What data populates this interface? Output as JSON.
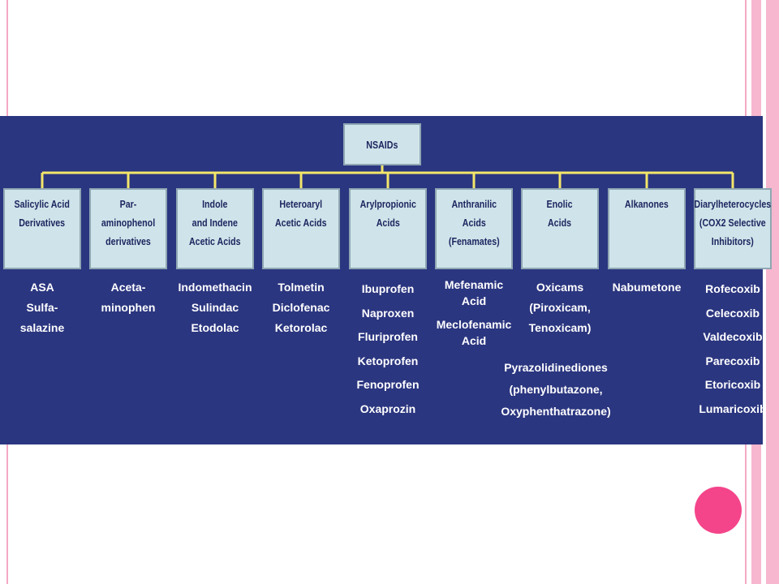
{
  "colors": {
    "panel": "#2b3680",
    "box": "#cfe4ea",
    "connector": "#f3e66a",
    "accent": "#f4458a"
  },
  "diagram": {
    "root": "NSAIDs",
    "categories": [
      {
        "label": "Salicylic Acid\nDerivatives",
        "drugs": [
          "ASA",
          "Sulfa-",
          "salazine"
        ]
      },
      {
        "label": "Par-aminophenol\nderivatives",
        "drugs": [
          "Aceta-",
          "minophen"
        ]
      },
      {
        "label": "Indole\nand Indene\nAcetic Acids",
        "drugs": [
          "Indomethacin",
          "Sulindac",
          "Etodolac"
        ]
      },
      {
        "label": "Heteroaryl\nAcetic Acids",
        "drugs": [
          "Tolmetin",
          "Diclofenac",
          "Ketorolac"
        ]
      },
      {
        "label": "Arylpropionic\nAcids",
        "drugs": [
          "Ibuprofen",
          "Naproxen",
          "Fluriprofen",
          "Ketoprofen",
          "Fenoprofen",
          "Oxaprozin"
        ]
      },
      {
        "label": "Anthranilic\nAcids\n(Fenamates)",
        "drugs": [
          "Mefenamic",
          "Acid",
          "",
          "Meclofenamic",
          "Acid"
        ]
      },
      {
        "label": "Enolic\nAcids",
        "drugs": [
          "Oxicams",
          "(Piroxicam,",
          "Tenoxicam)"
        ]
      },
      {
        "label": "Alkanones",
        "drugs": [
          "Nabumetone"
        ]
      },
      {
        "label": "Diarylheterocycles\n(COX2 Selective\nInhibitors)",
        "drugs": [
          "Rofecoxib",
          "Celecoxib",
          "Valdecoxib",
          "Parecoxib",
          "Etoricoxib",
          "Lumaricoxib"
        ]
      }
    ],
    "extra": [
      "Pyrazolidinediones",
      "(phenylbutazone,",
      "Oxyphenthatrazone)"
    ]
  }
}
